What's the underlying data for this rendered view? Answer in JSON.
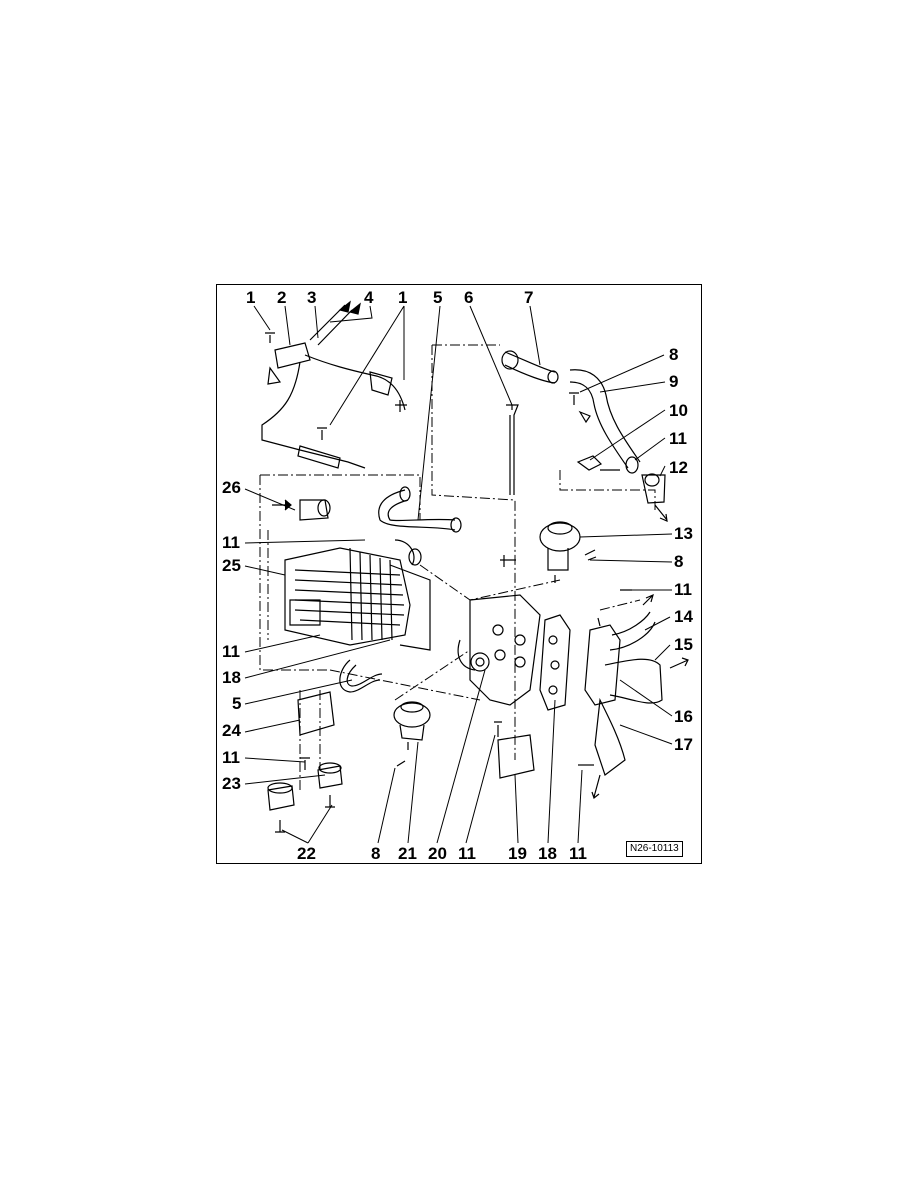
{
  "diagram": {
    "reference_code": "N26-10113",
    "callouts": {
      "c1a": "1",
      "c2": "2",
      "c3": "3",
      "c4": "4",
      "c1b": "1",
      "c5a": "5",
      "c6": "6",
      "c7": "7",
      "c8a": "8",
      "c9": "9",
      "c10": "10",
      "c11a": "11",
      "c12": "12",
      "c26": "26",
      "c13": "13",
      "c11b": "11",
      "c25": "25",
      "c8b": "8",
      "c11c": "11",
      "c14": "14",
      "c15": "15",
      "c11d": "11",
      "c18a": "18",
      "c5b": "5",
      "c16": "16",
      "c24": "24",
      "c17": "17",
      "c11e": "11",
      "c23": "23",
      "c8c": "8",
      "c21": "21",
      "c20": "20",
      "c11f": "11",
      "c19": "19",
      "c18b": "18",
      "c11g": "11",
      "c22": "22"
    }
  }
}
